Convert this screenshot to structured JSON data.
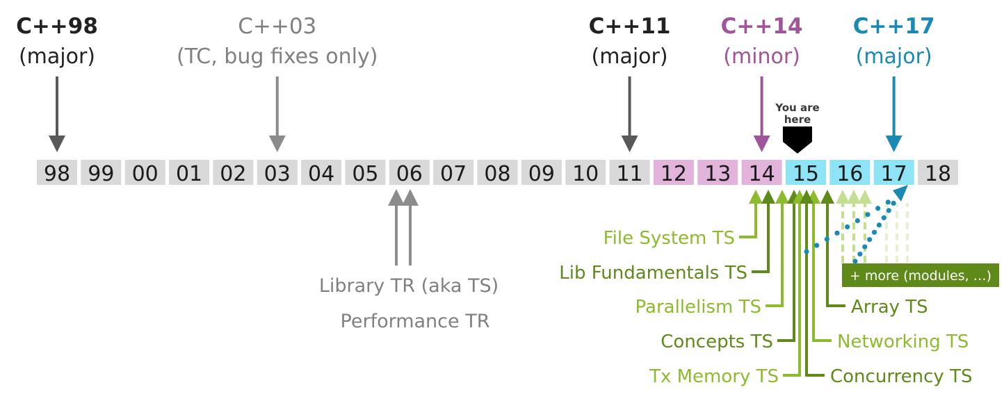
{
  "colors": {
    "box_gray": "#d9d9d9",
    "box_pink": "#e2b4dc",
    "box_cyan": "#8ee3f5",
    "dark": "#222222",
    "gray_text": "#808080",
    "arrow_dark": "#595959",
    "arrow_gray": "#8c8c8c",
    "purple": "#a0559b",
    "teal": "#1a8ab5",
    "lime": "#8dbb2e",
    "olive": "#5f8a1a",
    "dots": "#1a8ab5"
  },
  "releases": [
    {
      "title": "C++98",
      "subtitle": "(major)",
      "color": "dark",
      "year_index": 0
    },
    {
      "title": "C++03",
      "subtitle": "(TC, bug fixes only)",
      "color": "gray_text",
      "year_index": 5
    },
    {
      "title": "C++11",
      "subtitle": "(major)",
      "color": "dark",
      "year_index": 13
    },
    {
      "title": "C++14",
      "subtitle": "(minor)",
      "color": "purple",
      "year_index": 16
    },
    {
      "title": "C++17",
      "subtitle": "(major)",
      "color": "teal",
      "year_index": 19
    }
  ],
  "marker": {
    "line1": "You are",
    "line2": "here",
    "year_index": 17
  },
  "years": [
    {
      "label": "98",
      "style": "gray"
    },
    {
      "label": "99",
      "style": "gray"
    },
    {
      "label": "00",
      "style": "gray"
    },
    {
      "label": "01",
      "style": "gray"
    },
    {
      "label": "02",
      "style": "gray"
    },
    {
      "label": "03",
      "style": "gray"
    },
    {
      "label": "04",
      "style": "gray"
    },
    {
      "label": "05",
      "style": "gray"
    },
    {
      "label": "06",
      "style": "gray"
    },
    {
      "label": "07",
      "style": "gray"
    },
    {
      "label": "08",
      "style": "gray"
    },
    {
      "label": "09",
      "style": "gray"
    },
    {
      "label": "10",
      "style": "gray"
    },
    {
      "label": "11",
      "style": "gray"
    },
    {
      "label": "12",
      "style": "pink"
    },
    {
      "label": "13",
      "style": "pink"
    },
    {
      "label": "14",
      "style": "pink"
    },
    {
      "label": "15",
      "style": "cyan"
    },
    {
      "label": "16",
      "style": "cyan"
    },
    {
      "label": "17",
      "style": "cyan"
    },
    {
      "label": "18",
      "style": "gray"
    }
  ],
  "tr_labels": [
    "Library TR (aka TS)",
    "Performance TR"
  ],
  "ts_left": [
    {
      "label": "File System TS",
      "color": "lime"
    },
    {
      "label": "Lib Fundamentals TS",
      "color": "olive"
    },
    {
      "label": "Parallelism TS",
      "color": "lime"
    },
    {
      "label": "Concepts TS",
      "color": "olive"
    },
    {
      "label": "Tx Memory TS",
      "color": "lime"
    }
  ],
  "ts_right": [
    {
      "label": "Array TS",
      "color": "olive"
    },
    {
      "label": "Networking TS",
      "color": "lime"
    },
    {
      "label": "Concurrency TS",
      "color": "olive"
    }
  ],
  "more_box": {
    "label": "+ more (modules, …)",
    "bg": "#5f8a1a",
    "fg": "#ffffff"
  }
}
